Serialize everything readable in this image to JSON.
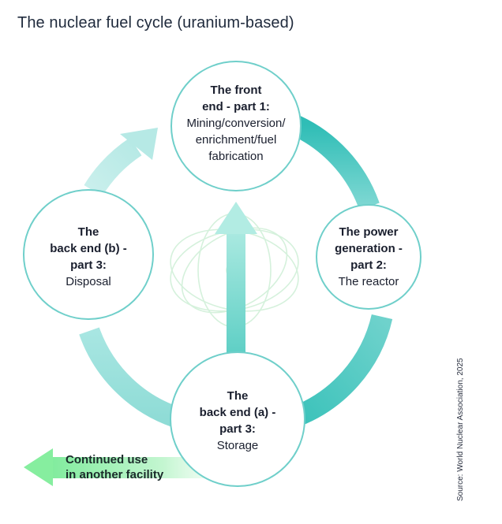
{
  "title": "The nuclear fuel cycle (uranium-based)",
  "nodes": {
    "front_end": {
      "heading_1": "The front",
      "heading_2": "end - part 1:",
      "line_1": "Mining/conversion/",
      "line_2": "enrichment/fuel",
      "line_3": "fabrication"
    },
    "power": {
      "heading_1": "The power",
      "heading_2": "generation -",
      "heading_3": "part 2:",
      "line_1": "The reactor"
    },
    "back_end_a": {
      "heading_1": "The",
      "heading_2": "back end (a) -",
      "heading_3": "part 3:",
      "line_1": "Storage"
    },
    "back_end_b": {
      "heading_1": "The",
      "heading_2": "back end (b) -",
      "heading_3": "part 3:",
      "line_1": "Disposal"
    }
  },
  "continued": {
    "line_1": "Continued use",
    "line_2": "in another facility"
  },
  "source": "Source: World Nuclear Association, 2025",
  "colors": {
    "circle_border": "#6fcfca",
    "arc_dark": "#3cc3bc",
    "arc_light": "#b9ebe8",
    "center_arrow": "#8fddd6",
    "atom": "#cfefd8",
    "continued_arrow": "#8ef0a8"
  }
}
